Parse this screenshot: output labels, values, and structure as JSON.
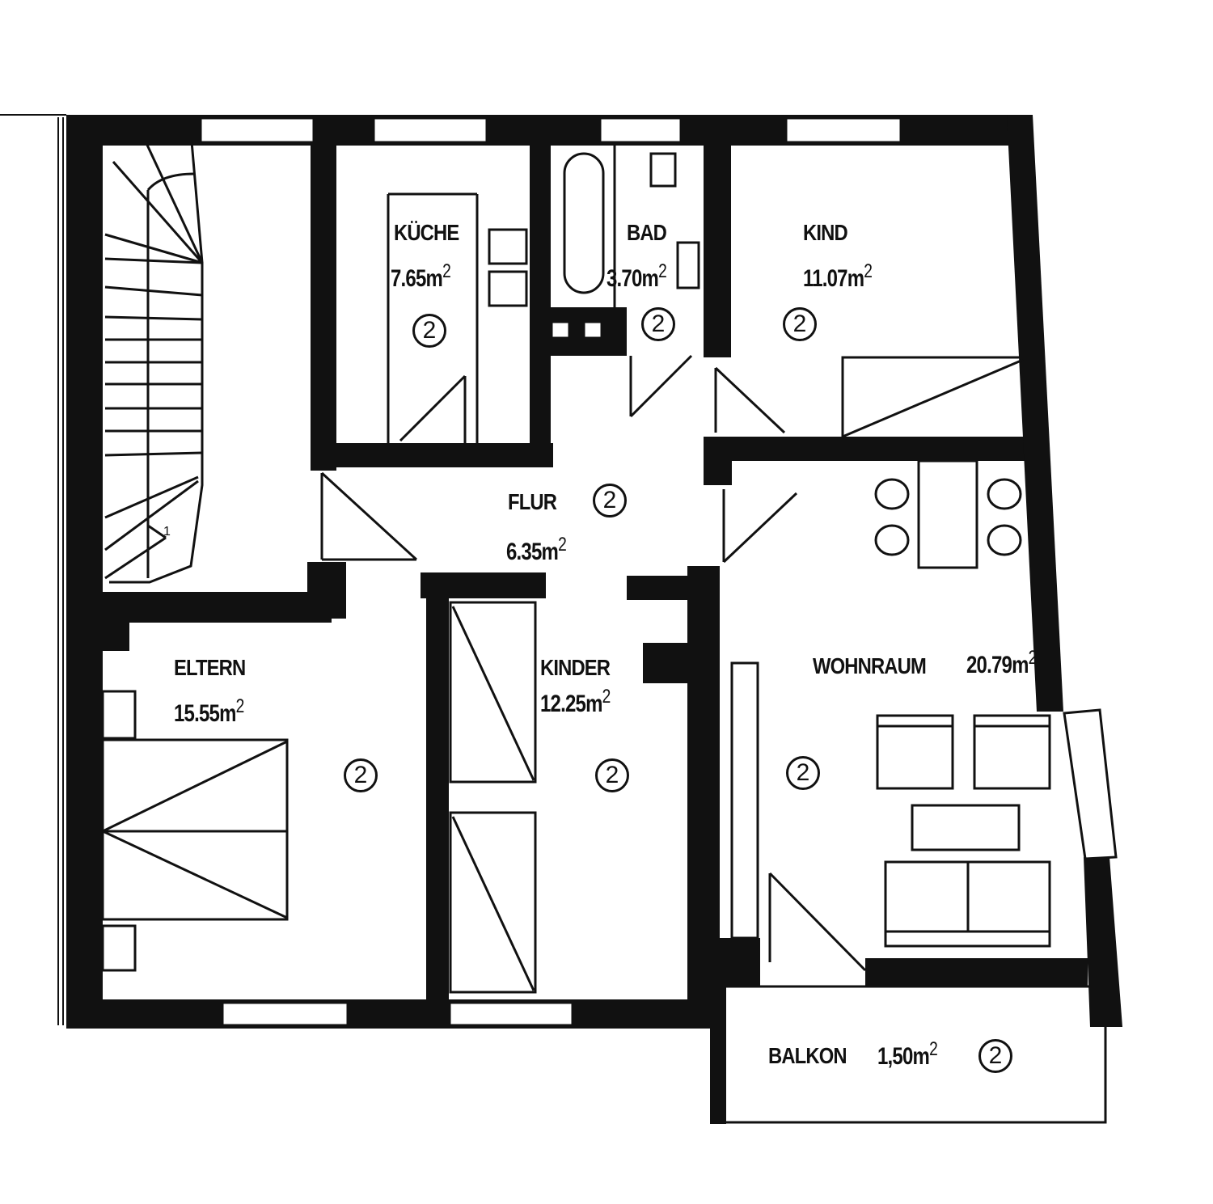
{
  "plan": {
    "type": "floor plan",
    "colors": {
      "wall": "#111111",
      "background": "#ffffff",
      "line": "#111111"
    },
    "rooms": [
      {
        "id": "kueche",
        "name": "KÜCHE",
        "area": "7.65",
        "unit": "m",
        "exp": "2",
        "level": "2"
      },
      {
        "id": "bad",
        "name": "BAD",
        "area": "3.70",
        "unit": "m",
        "exp": "2",
        "level": "2"
      },
      {
        "id": "kind",
        "name": "KIND",
        "area": "11.07",
        "unit": "m",
        "exp": "2",
        "level": "2"
      },
      {
        "id": "flur",
        "name": "FLUR",
        "area": "6.35",
        "unit": "m",
        "exp": "2",
        "level": "2"
      },
      {
        "id": "eltern",
        "name": "ELTERN",
        "area": "15.55",
        "unit": "m",
        "exp": "2",
        "level": "2"
      },
      {
        "id": "kinder",
        "name": "KINDER",
        "area": "12.25",
        "unit": "m",
        "exp": "2",
        "level": "2"
      },
      {
        "id": "wohnraum",
        "name": "WOHNRAUM",
        "area": "20.79",
        "unit": "m",
        "exp": "2",
        "level": "2"
      },
      {
        "id": "balkon",
        "name": "BALKON",
        "area": "1,50",
        "unit": "m",
        "exp": "2",
        "level": "2"
      }
    ],
    "stair_marker": "1"
  }
}
